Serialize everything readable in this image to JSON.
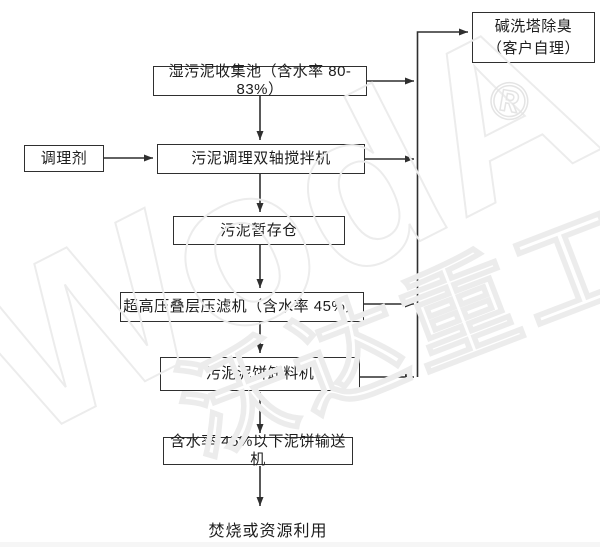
{
  "diagram": {
    "nodes": {
      "collection_pool": {
        "label": "湿污泥收集池（含水率 80-83%）"
      },
      "deodorization": {
        "line1": "碱洗塔除臭",
        "line2": "（客户自理）"
      },
      "conditioner": {
        "label": "调理剂"
      },
      "mixer": {
        "label": "污泥调理双轴搅拌机"
      },
      "storage_bin": {
        "label": "污泥暂存仓"
      },
      "filter_press": {
        "label": "超高压叠层压滤机（含水率 45%）"
      },
      "cake_unloader": {
        "label": "污泥泥饼卸料机"
      },
      "cake_conveyor": {
        "label": "含水率 45%以下泥饼输送机"
      },
      "final_disposal": {
        "label": "焚烧或资源利用"
      }
    },
    "watermark": {
      "brand_latin": "WodA",
      "registered_mark": "®",
      "brand_cn": "沃达重工"
    },
    "colors": {
      "line": "#2f2f2f",
      "text": "#1d1d1d",
      "watermark_outline": "#ececec",
      "background": "#ffffff"
    }
  }
}
